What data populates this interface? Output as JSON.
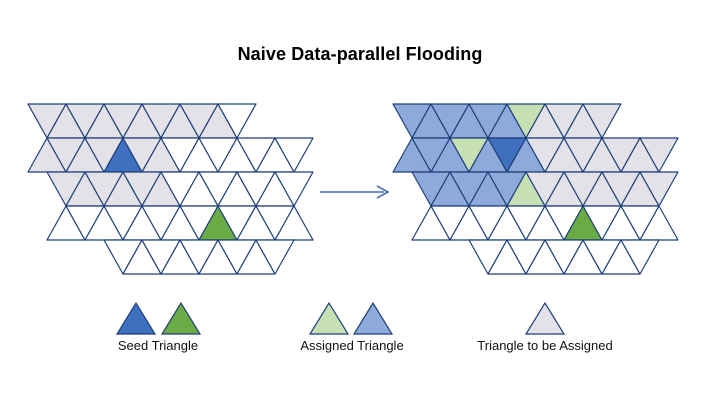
{
  "title": "Naive Data-parallel Flooding",
  "colors": {
    "stroke": "#1f3f7a",
    "seed_blue": "#3f6fbf",
    "seed_green": "#6aab45",
    "assigned_green": "#c6e0b4",
    "assigned_blue": "#8eaadb",
    "to_assign": "#e2e2e8",
    "empty": "#ffffff",
    "arrow": "#3d6cb9"
  },
  "legend": {
    "seed_label": "Seed Triangle",
    "assigned_label": "Assigned Triangle",
    "to_assign_label": "Triangle to be Assigned"
  }
}
